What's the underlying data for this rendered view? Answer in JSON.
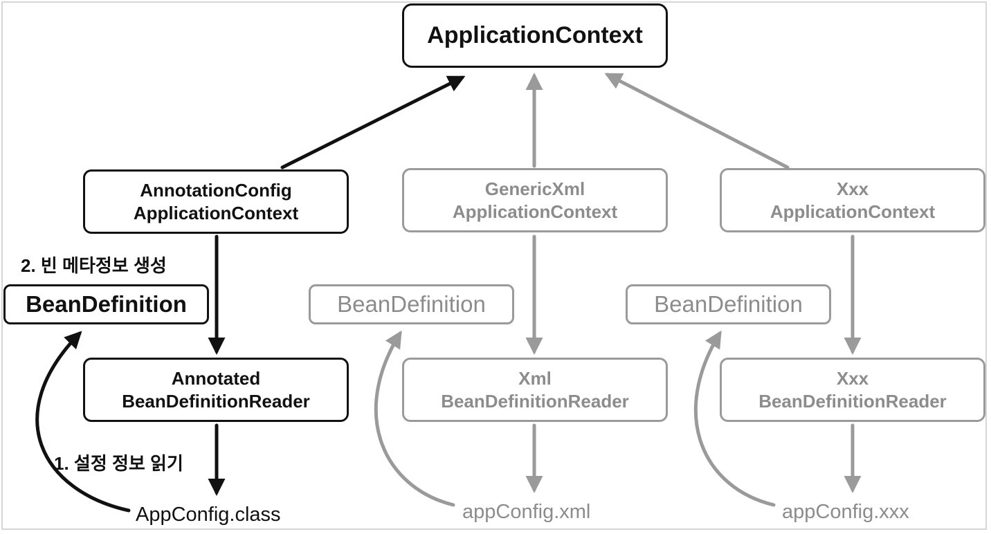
{
  "colors": {
    "primary": "#111111",
    "muted": "#9a9a9a"
  },
  "root": {
    "label": "ApplicationContext"
  },
  "contexts": [
    {
      "line1": "AnnotationConfig",
      "line2": "ApplicationContext",
      "style": "dark"
    },
    {
      "line1": "GenericXml",
      "line2": "ApplicationContext",
      "style": "gray"
    },
    {
      "line1": "Xxx",
      "line2": "ApplicationContext",
      "style": "gray"
    }
  ],
  "bean_definitions": [
    {
      "label": "BeanDefinition",
      "style": "dark"
    },
    {
      "label": "BeanDefinition",
      "style": "gray"
    },
    {
      "label": "BeanDefinition",
      "style": "gray"
    }
  ],
  "readers": [
    {
      "line1": "Annotated",
      "line2": "BeanDefinitionReader",
      "style": "dark"
    },
    {
      "line1": "Xml",
      "line2": "BeanDefinitionReader",
      "style": "gray"
    },
    {
      "line1": "Xxx",
      "line2": "BeanDefinitionReader",
      "style": "gray"
    }
  ],
  "sources": [
    {
      "label": "AppConfig.class",
      "style": "dark"
    },
    {
      "label": "appConfig.xml",
      "style": "gray"
    },
    {
      "label": "appConfig.xxx",
      "style": "gray"
    }
  ],
  "steps": {
    "create_meta": "2. 빈 메타정보 생성",
    "read_config": "1. 설정 정보 읽기"
  }
}
